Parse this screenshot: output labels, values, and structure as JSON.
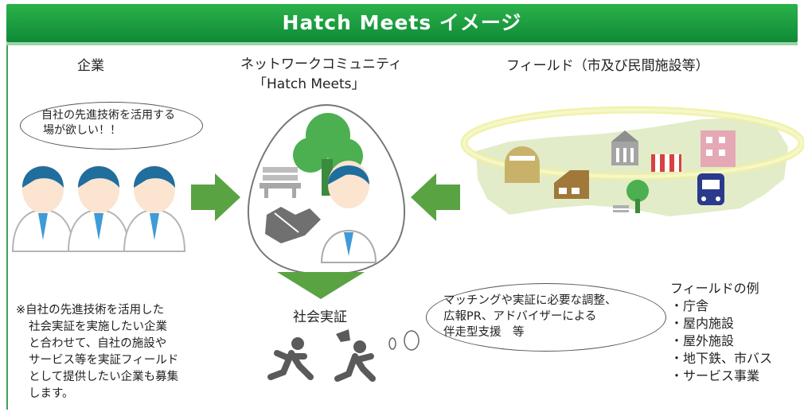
{
  "banner": {
    "title": "Hatch Meets イメージ",
    "color": "#1a9c3e"
  },
  "sections": {
    "company": "企業",
    "community_line1": "ネットワークコミュニティ",
    "community_line2": "「Hatch Meets」",
    "field": "フィールド（市及び民間施設等）"
  },
  "speech": {
    "line1": "自社の先進技術を活用する",
    "line2": "場が欲しい！！"
  },
  "note": {
    "lines": [
      "※自社の先進技術を活用した",
      "社会実証を実施したい企業",
      "と合わせて、自社の施設や",
      "サービス等を実証フィールド",
      "として提供したい企業も募集",
      "します。"
    ]
  },
  "outcome": "社会実証",
  "support": {
    "lines": [
      "マッチングや実証に必要な調整、",
      "広報PR、アドバイザーによる",
      "伴走型支援　等"
    ]
  },
  "field_examples": {
    "title": "フィールドの例",
    "items": [
      "・庁舎",
      "・屋内施設",
      "・屋外施設",
      "・地下鉄、市バス",
      "・サービス事業"
    ]
  },
  "colors": {
    "arrow": "#5aa342",
    "tree": "#4caf50",
    "hair": "#1f6e9e",
    "map": "#e2ecc8"
  }
}
